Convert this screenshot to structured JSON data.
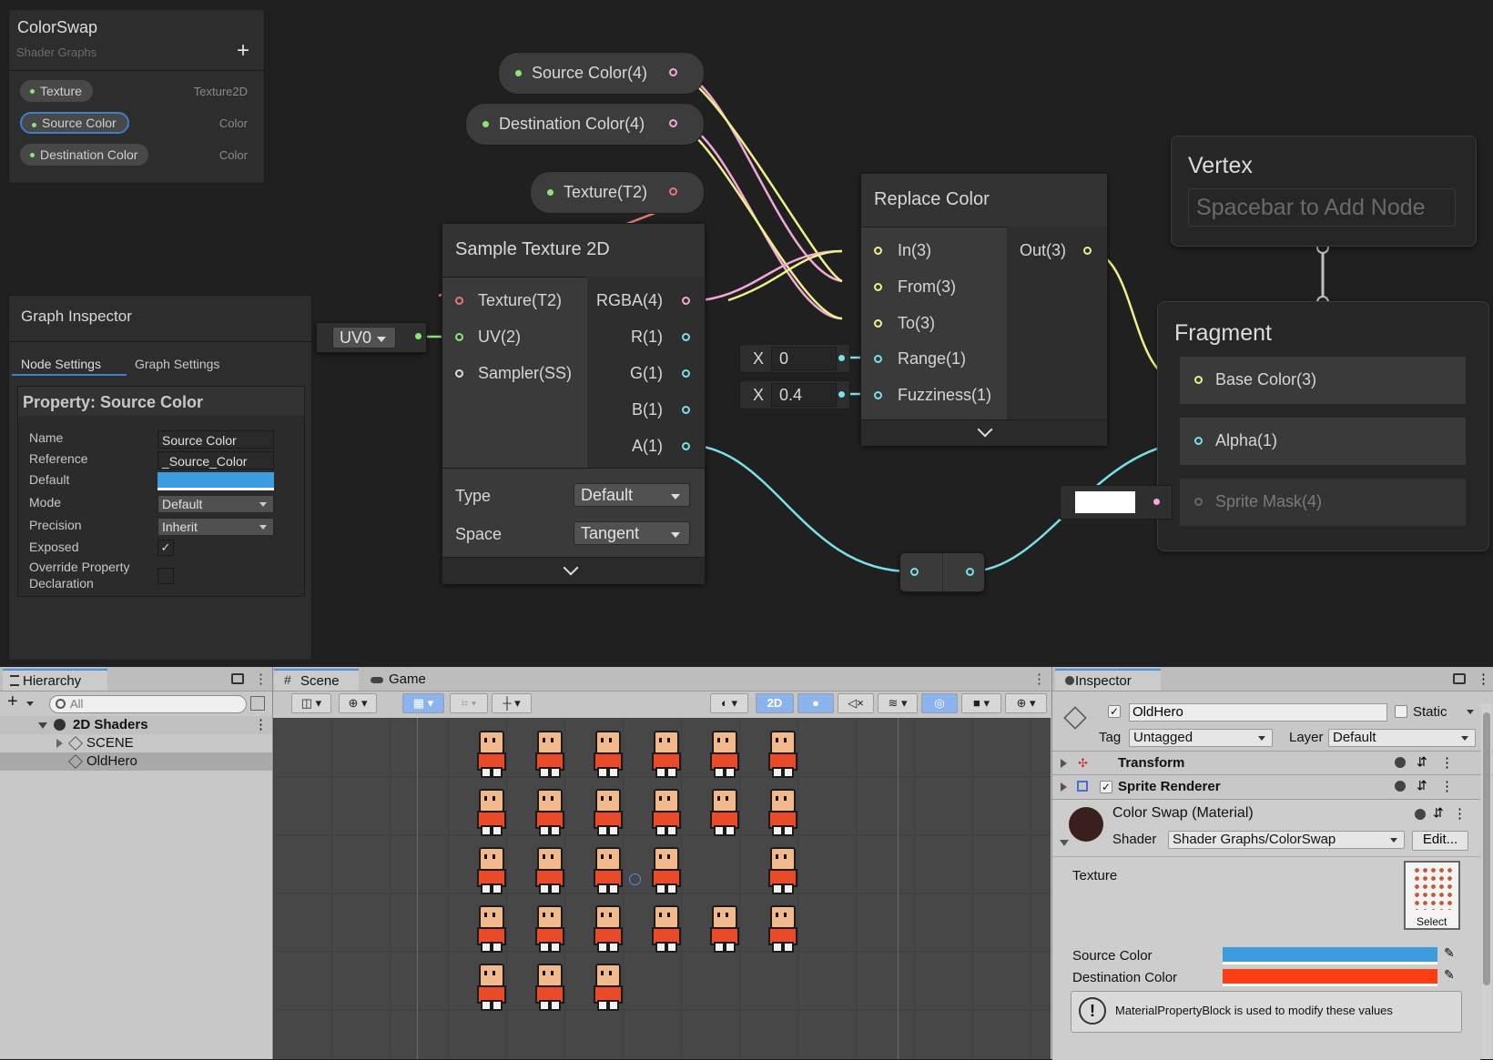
{
  "blackboard": {
    "title": "ColorSwap",
    "subtitle": "Shader Graphs",
    "add_label": "+",
    "properties": [
      {
        "name": "Texture",
        "type": "Texture2D"
      },
      {
        "name": "Source Color",
        "type": "Color"
      },
      {
        "name": "Destination Color",
        "type": "Color"
      }
    ]
  },
  "property_nodes": {
    "source_color": "Source Color(4)",
    "destination_color": "Destination Color(4)",
    "texture": "Texture(T2)"
  },
  "uv_node": {
    "value": "UV0"
  },
  "sample_texture": {
    "title": "Sample Texture 2D",
    "inputs": [
      "Texture(T2)",
      "UV(2)",
      "Sampler(SS)"
    ],
    "outputs": [
      "RGBA(4)",
      "R(1)",
      "G(1)",
      "B(1)",
      "A(1)"
    ],
    "type_label": "Type",
    "type_value": "Default",
    "space_label": "Space",
    "space_value": "Tangent"
  },
  "replace_color": {
    "title": "Replace Color",
    "inputs": [
      "In(3)",
      "From(3)",
      "To(3)",
      "Range(1)",
      "Fuzziness(1)"
    ],
    "output": "Out(3)",
    "range_axis": "X",
    "range_value": "0",
    "fuzz_axis": "X",
    "fuzz_value": "0.4"
  },
  "vertex": {
    "title": "Vertex",
    "placeholder": "Spacebar to Add Node"
  },
  "fragment": {
    "title": "Fragment",
    "slots": [
      "Base Color(3)",
      "Alpha(1)",
      "Sprite Mask(4)"
    ]
  },
  "graph_inspector": {
    "title": "Graph Inspector",
    "tabs": [
      "Node Settings",
      "Graph Settings"
    ],
    "header": "Property: Source Color",
    "rows": {
      "name_label": "Name",
      "name_value": "Source Color",
      "reference_label": "Reference",
      "reference_value": "_Source_Color",
      "default_label": "Default",
      "default_color": "#3d9be0",
      "mode_label": "Mode",
      "mode_value": "Default",
      "precision_label": "Precision",
      "precision_value": "Inherit",
      "exposed_label": "Exposed",
      "exposed_check": "✓",
      "override_label": "Override Property Declaration"
    }
  },
  "hierarchy": {
    "tab": "Hierarchy",
    "add_label": "+",
    "search_placeholder": "All",
    "scene_name": "2D Shaders",
    "items": [
      "SCENE",
      "OldHero"
    ]
  },
  "scene_view": {
    "tabs": [
      "Scene",
      "Game"
    ],
    "mode_2d": "2D"
  },
  "inspector": {
    "tab": "Inspector",
    "object_name": "OldHero",
    "static_label": "Static",
    "tag_label": "Tag",
    "tag_value": "Untagged",
    "layer_label": "Layer",
    "layer_value": "Default",
    "components": [
      "Transform",
      "Sprite Renderer"
    ],
    "material_title": "Color Swap (Material)",
    "shader_label": "Shader",
    "shader_value": "Shader Graphs/ColorSwap",
    "edit_label": "Edit...",
    "texture_label": "Texture",
    "select_label": "Select",
    "source_color_label": "Source Color",
    "destination_color_label": "Destination Color",
    "source_color": "#3d9be0",
    "destination_color": "#ff3d12",
    "info_text": "MaterialPropertyBlock is used to modify these values"
  }
}
